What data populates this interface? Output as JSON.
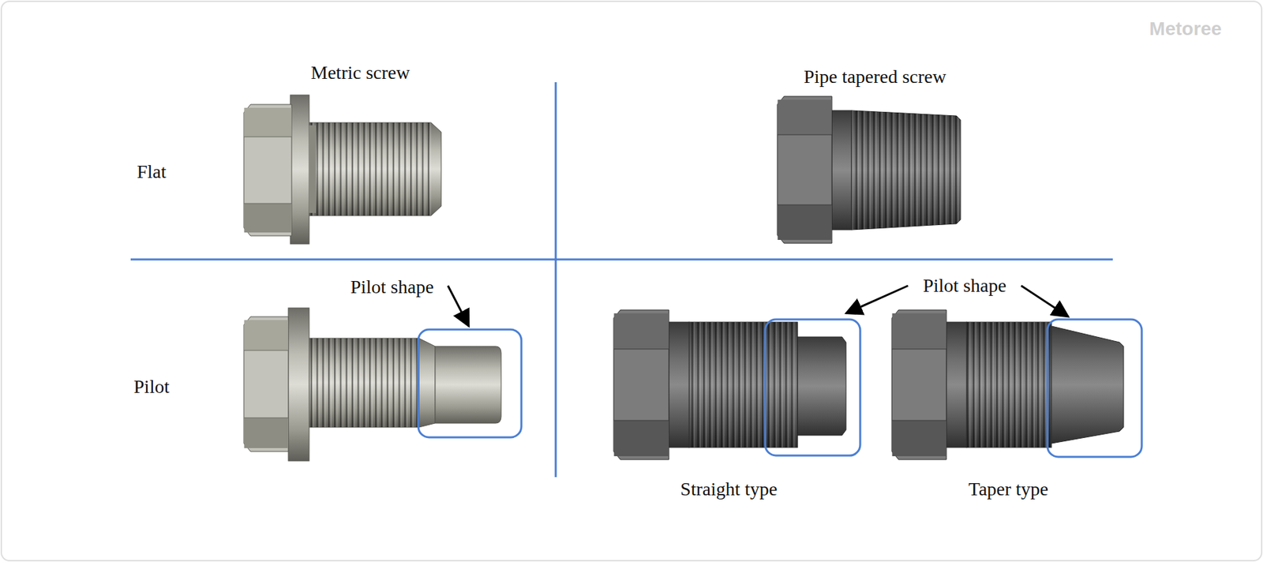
{
  "diagram": {
    "labels": [
      "Metric screw",
      "Pipe tapered screw",
      "Flat",
      "Pilot",
      "Pilot shape",
      "Pilot shape",
      "Straight type",
      "Taper type",
      "Metoree"
    ]
  }
}
